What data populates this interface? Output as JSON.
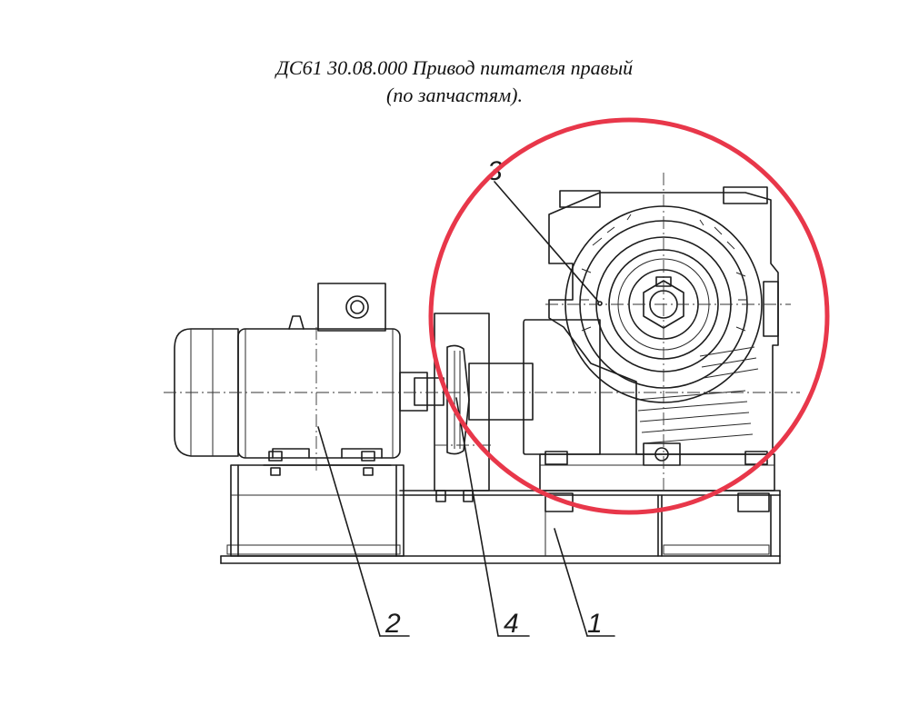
{
  "title": {
    "line1": "ДС61 30.08.000 Привод питателя правый",
    "line2": "(по запчастям)."
  },
  "callouts": {
    "frame": "1",
    "motor": "2",
    "gearbox": "3",
    "coupling": "4"
  },
  "highlight": {
    "color": "#e8374a",
    "target": "gearbox"
  }
}
